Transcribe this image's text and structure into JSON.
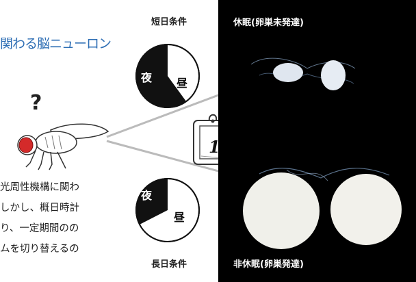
{
  "heading_fragment": "関わる脳ニューロン",
  "short_day": {
    "label": "短日条件",
    "night": "夜",
    "day": "昼"
  },
  "long_day": {
    "label": "長日条件",
    "night": "夜",
    "day": "昼"
  },
  "fly_mark": "?",
  "calendar_day": "1",
  "body_text": [
    "光周性機構に関わ",
    "しかし、概日時計",
    "り、一定期間のの",
    "ムを切り替えるの"
  ],
  "photo": {
    "top_caption": "休眠(卵巣未発達)",
    "bottom_caption": "非休眠(卵巣発達)"
  },
  "colors": {
    "heading_blue": "#2f6fb5",
    "night_fill": "#111111",
    "fly_eye_red": "#d42a2a",
    "photo_bg": "#000000"
  }
}
